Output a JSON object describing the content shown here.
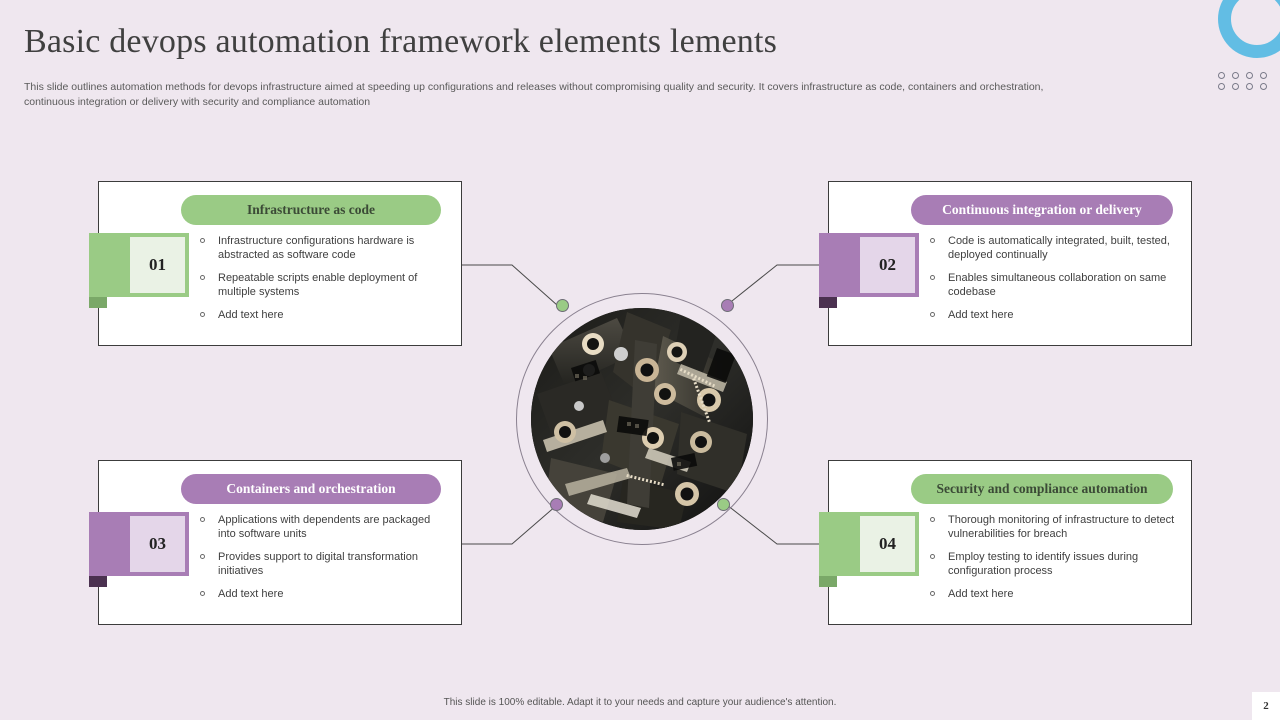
{
  "header": {
    "title": "Basic devops automation framework elements lements",
    "subtitle": "This slide outlines automation methods for devops infrastructure aimed at speeding up configurations and releases without compromising quality and security. It covers infrastructure as code, containers and orchestration, continuous integration or delivery with security and compliance automation"
  },
  "decoration": {
    "ring_color": "#62bde4",
    "dot_count": 8
  },
  "theme": {
    "background": "#efe7ef",
    "green": "#9acb85",
    "purple": "#a87db5",
    "green_light": "#eaf2e5",
    "purple_light": "#e4d6e9",
    "card_border": "#3c3c3c"
  },
  "hub": {
    "image_alt": "circuit-board-photo",
    "nodes": [
      {
        "id": "node-01",
        "color": "green",
        "position": "top-left"
      },
      {
        "id": "node-02",
        "color": "purple",
        "position": "top-right"
      },
      {
        "id": "node-03",
        "color": "purple",
        "position": "bottom-left"
      },
      {
        "id": "node-04",
        "color": "green",
        "position": "bottom-right"
      }
    ]
  },
  "cards": [
    {
      "number": "01",
      "accent": "green",
      "heading": "Infrastructure as code",
      "bullets": [
        "Infrastructure configurations hardware is abstracted as software code",
        "Repeatable scripts enable deployment of multiple systems",
        "Add text here"
      ]
    },
    {
      "number": "02",
      "accent": "purple",
      "heading": "Continuous integration or delivery",
      "bullets": [
        "Code is automatically integrated, built, tested, deployed continually",
        "Enables simultaneous collaboration on same codebase",
        "Add text here"
      ]
    },
    {
      "number": "03",
      "accent": "purple",
      "heading": "Containers and orchestration",
      "bullets": [
        "Applications with dependents are packaged into software units",
        "Provides support to digital transformation initiatives",
        "Add text here"
      ]
    },
    {
      "number": "04",
      "accent": "green",
      "heading": "Security and compliance automation",
      "bullets": [
        "Thorough monitoring of infrastructure to detect vulnerabilities for breach",
        "Employ testing to identify issues during configuration process",
        "Add text here"
      ]
    }
  ],
  "footer": {
    "note": "This slide is 100% editable.  Adapt it to your needs and capture your audience's attention.",
    "page_number": "2"
  }
}
